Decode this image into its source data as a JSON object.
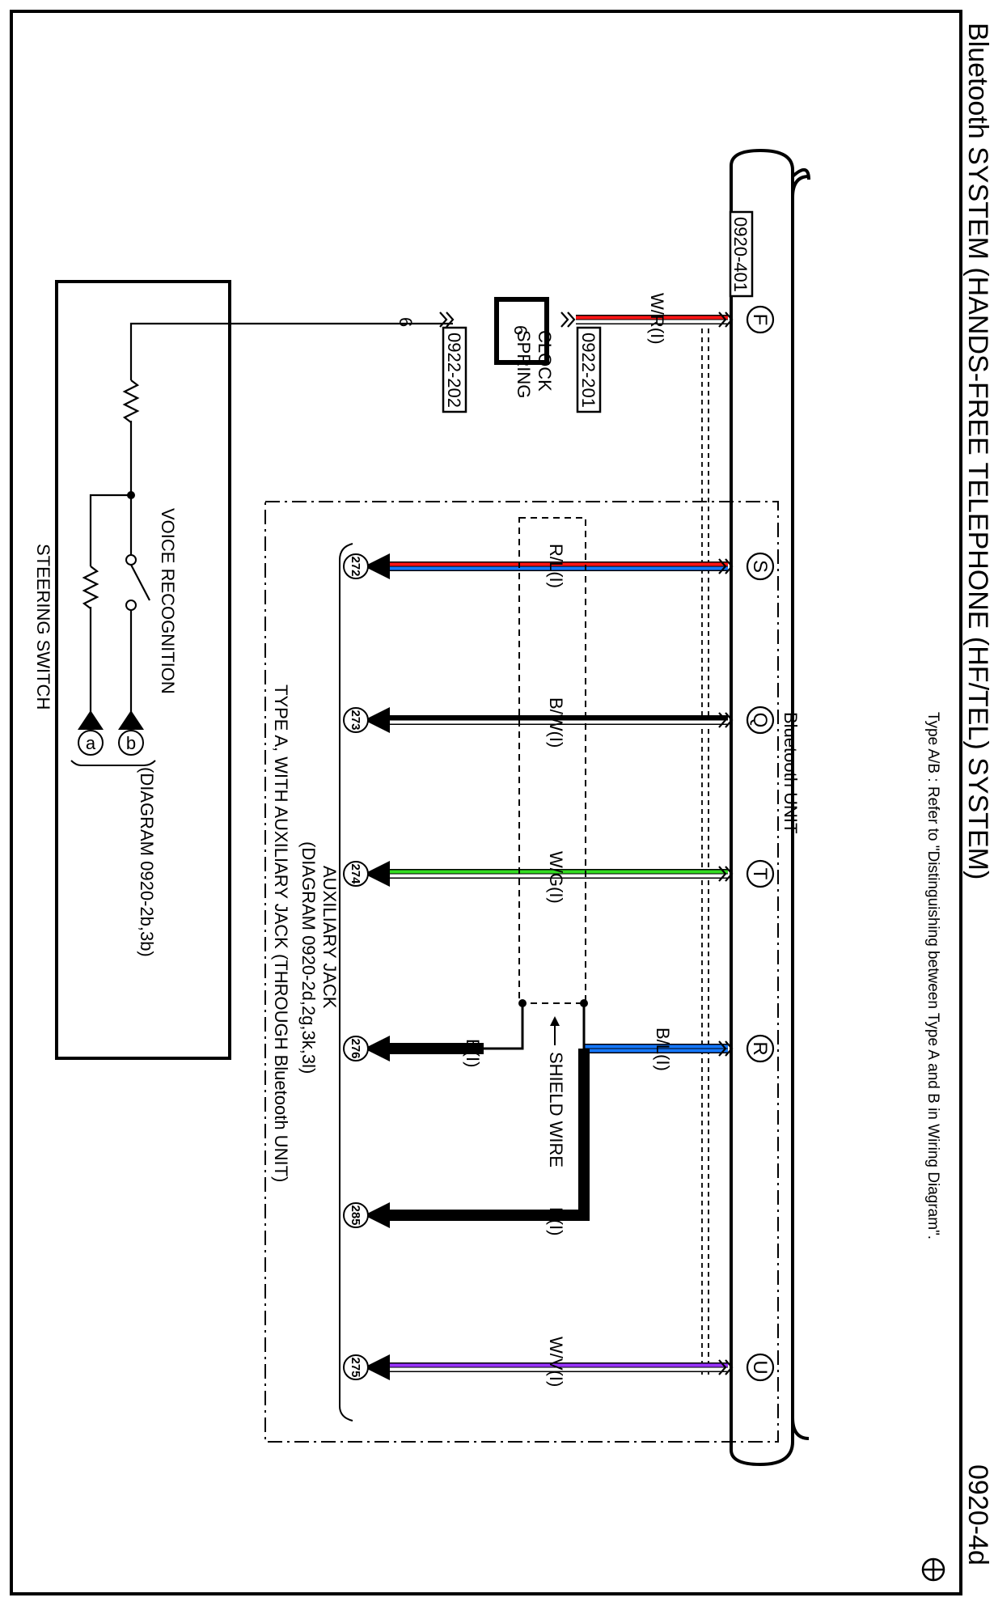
{
  "title": "Bluetooth SYSTEM (HANDS-FREE TELEPHONE (HF/TEL) SYSTEM)",
  "diagram_id": "0920-4d",
  "note": "Type A/B : Refer to \"Distinguishing between Type A and B in Wiring Diagram\".",
  "bluetooth_unit": {
    "label": "Bluetooth UNIT",
    "connector": "0920-401",
    "pins": [
      "F",
      "S",
      "Q",
      "T",
      "R",
      "U"
    ]
  },
  "clock_spring": {
    "label_line1": "CLOCK",
    "label_line2": "SPRING",
    "pin": "6",
    "connector_top": "0922-201",
    "connector_bottom": "0922-202"
  },
  "wires": {
    "f": "W/R(I)",
    "s": "R/L(I)",
    "q": "B/W(I)",
    "t": "W/G(I)",
    "r": "B/L(I)",
    "b276": "B(I)",
    "b285": "B(I)",
    "u": "W/V(I)",
    "six": "6",
    "shield": "SHIELD WIRE"
  },
  "terminals": [
    "272",
    "273",
    "274",
    "276",
    "285",
    "275"
  ],
  "aux_jack": {
    "label": "AUXILIARY JACK",
    "ref": "(DIAGRAM 0920-2d,2g,3k,3l)"
  },
  "type_a": "TYPE A, WITH AUXILIARY JACK (THROUGH Bluetooth UNIT)",
  "steering_switch": {
    "label": "STEERING SWITCH",
    "voice": "VOICE RECOGNITION",
    "ref": "(DIAGRAM 0920-2b,3b)",
    "term_a": "a",
    "term_b": "b"
  },
  "colors": {
    "red": "#ff1414",
    "blue": "#1478ff",
    "green": "#33dd22",
    "violet": "#9933ff",
    "black": "#000000"
  }
}
